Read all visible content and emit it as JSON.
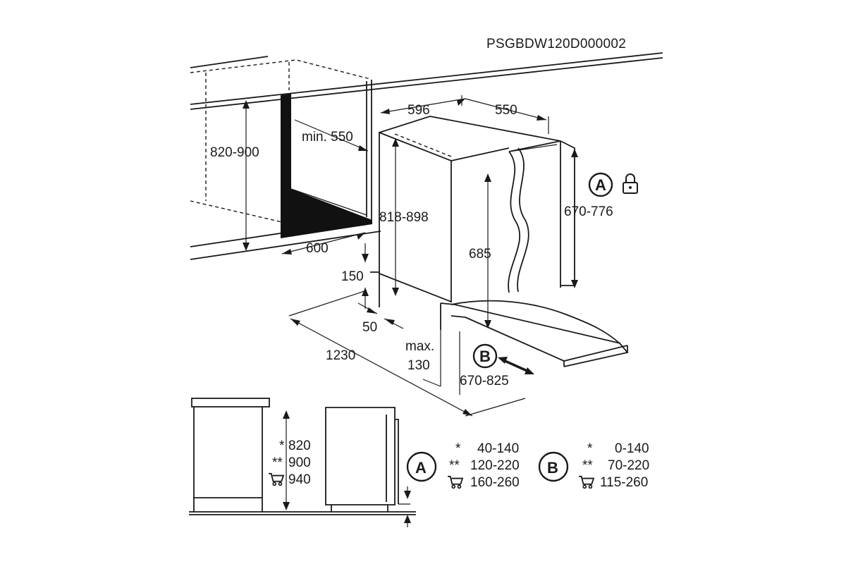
{
  "model_code": "PSGBDW120D000002",
  "dims": {
    "w596": "596",
    "d550": "550",
    "min550": "min. 550",
    "h820_900": "820-900",
    "h818_898": "818-898",
    "h670_776": "670-776",
    "h685": "685",
    "w600": "600",
    "h150": "150",
    "d50": "50",
    "d1230": "1230",
    "max_label": "max.",
    "max_value": "130",
    "d670_825": "670-825"
  },
  "markers": {
    "a": "A",
    "b": "B"
  },
  "icons": [
    "lock-icon",
    "cart-icon"
  ],
  "side_heights": [
    {
      "mark": "*",
      "value": "820"
    },
    {
      "mark": "**",
      "value": "900"
    },
    {
      "mark": "cart",
      "value": "940"
    }
  ],
  "table_a": {
    "letter": "A",
    "rows": [
      {
        "mark": "*",
        "value": "40-140"
      },
      {
        "mark": "**",
        "value": "120-220"
      },
      {
        "mark": "cart",
        "value": "160-260"
      }
    ]
  },
  "table_b": {
    "letter": "B",
    "rows": [
      {
        "mark": "*",
        "value": "0-140"
      },
      {
        "mark": "**",
        "value": "70-220"
      },
      {
        "mark": "cart",
        "value": "115-260"
      }
    ]
  }
}
